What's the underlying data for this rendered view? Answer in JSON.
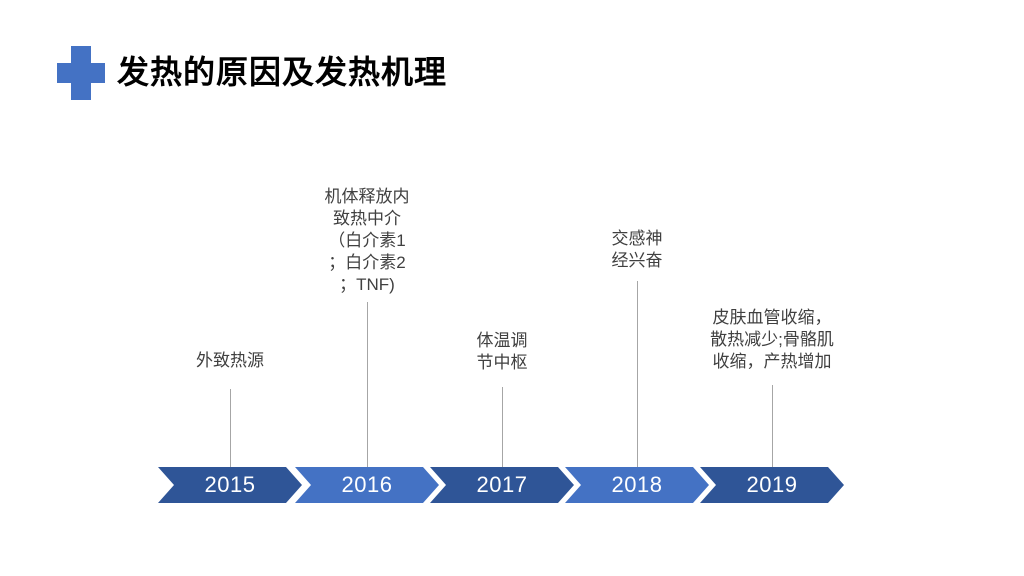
{
  "slide": {
    "title": "发热的原因及发热机理"
  },
  "colors": {
    "accent_blue": "#4472C4",
    "dark_blue": "#2F5597",
    "connector_gray": "#A6A6A6",
    "label_text": "#404040",
    "title_text": "#000000",
    "year_text": "#FFFFFF",
    "background": "#FFFFFF"
  },
  "timeline": {
    "items": [
      {
        "year": "2015",
        "label": "外致热源",
        "color": "#2F5597"
      },
      {
        "year": "2016",
        "label": "机体释放内\n致热中介\n（白介素1\n；白介素2\n；TNF)",
        "color": "#4472C4"
      },
      {
        "year": "2017",
        "label": "体温调\n节中枢",
        "color": "#2F5597"
      },
      {
        "year": "2018",
        "label": "交感神\n经兴奋",
        "color": "#4472C4"
      },
      {
        "year": "2019",
        "label": "皮肤血管收缩，\n散热减少;骨骼肌\n收缩，产热增加",
        "color": "#2F5597"
      }
    ]
  }
}
